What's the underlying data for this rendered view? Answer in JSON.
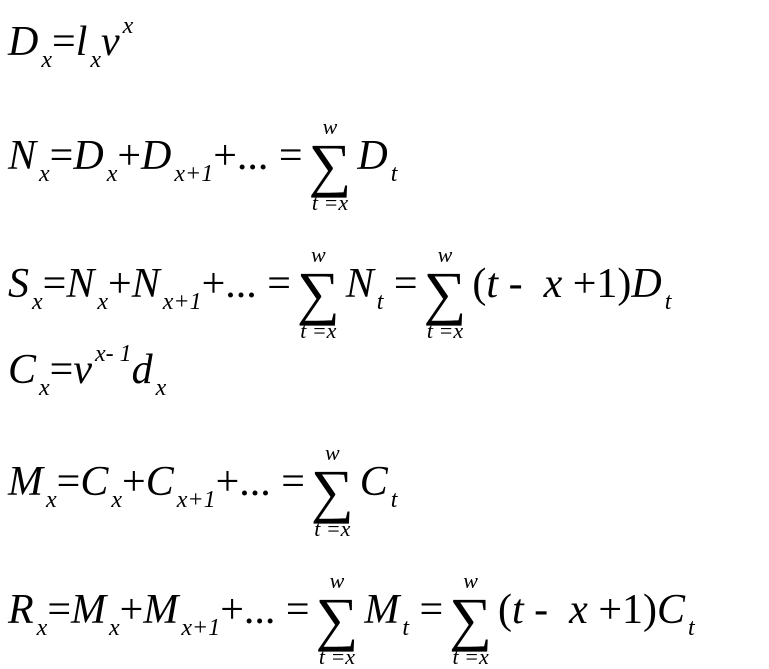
{
  "formulas": [
    {
      "id": "D",
      "parts": [
        {
          "t": "v",
          "s": "D"
        },
        {
          "t": "sub",
          "s": "x"
        },
        {
          "t": "op",
          "s": "="
        },
        {
          "t": "v",
          "s": "l"
        },
        {
          "t": "sub",
          "s": "x"
        },
        {
          "t": "v",
          "s": "v"
        },
        {
          "t": "sup",
          "s": "x"
        }
      ]
    },
    {
      "id": "N",
      "parts": [
        {
          "t": "v",
          "s": "N"
        },
        {
          "t": "sub",
          "s": "x"
        },
        {
          "t": "op",
          "s": "="
        },
        {
          "t": "v",
          "s": "D"
        },
        {
          "t": "sub",
          "s": "x"
        },
        {
          "t": "op",
          "s": "+"
        },
        {
          "t": "v",
          "s": "D"
        },
        {
          "t": "sub",
          "s": "x+1"
        },
        {
          "t": "op",
          "s": "+... ="
        },
        {
          "t": "sum",
          "over": "w",
          "under": "t =x"
        },
        {
          "t": "v",
          "s": "D"
        },
        {
          "t": "sub",
          "s": "t"
        }
      ]
    },
    {
      "id": "S",
      "parts": [
        {
          "t": "v",
          "s": "S"
        },
        {
          "t": "sub",
          "s": "x"
        },
        {
          "t": "op",
          "s": "="
        },
        {
          "t": "v",
          "s": "N"
        },
        {
          "t": "sub",
          "s": "x"
        },
        {
          "t": "op",
          "s": "+"
        },
        {
          "t": "v",
          "s": "N"
        },
        {
          "t": "sub",
          "s": "x+1"
        },
        {
          "t": "op",
          "s": "+... ="
        },
        {
          "t": "sum",
          "over": "w",
          "under": "t =x"
        },
        {
          "t": "v",
          "s": "N"
        },
        {
          "t": "sub",
          "s": "t"
        },
        {
          "t": "op",
          "s": " ="
        },
        {
          "t": "sum",
          "over": "w",
          "under": "t =x"
        },
        {
          "t": "op",
          "s": "("
        },
        {
          "t": "v",
          "s": "t"
        },
        {
          "t": "op",
          "s": " -  "
        },
        {
          "t": "v",
          "s": "x"
        },
        {
          "t": "op",
          "s": " +1)"
        },
        {
          "t": "v",
          "s": "D"
        },
        {
          "t": "sub",
          "s": "t"
        }
      ]
    },
    {
      "id": "C",
      "parts": [
        {
          "t": "v",
          "s": "C"
        },
        {
          "t": "sub",
          "s": "x"
        },
        {
          "t": "op",
          "s": "="
        },
        {
          "t": "v",
          "s": "v"
        },
        {
          "t": "sup",
          "s": "x- 1"
        },
        {
          "t": "v",
          "s": "d"
        },
        {
          "t": "sub",
          "s": "x"
        }
      ]
    },
    {
      "id": "M",
      "parts": [
        {
          "t": "v",
          "s": "M"
        },
        {
          "t": "sub",
          "s": "x"
        },
        {
          "t": "op",
          "s": "="
        },
        {
          "t": "v",
          "s": "C"
        },
        {
          "t": "sub",
          "s": "x"
        },
        {
          "t": "op",
          "s": "+"
        },
        {
          "t": "v",
          "s": "C"
        },
        {
          "t": "sub",
          "s": "x+1"
        },
        {
          "t": "op",
          "s": "+... ="
        },
        {
          "t": "sum",
          "over": "w",
          "under": "t =x"
        },
        {
          "t": "v",
          "s": "C"
        },
        {
          "t": "sub",
          "s": "t"
        }
      ]
    },
    {
      "id": "R",
      "parts": [
        {
          "t": "v",
          "s": "R"
        },
        {
          "t": "sub",
          "s": "x"
        },
        {
          "t": "op",
          "s": "="
        },
        {
          "t": "v",
          "s": "M"
        },
        {
          "t": "sub",
          "s": "x"
        },
        {
          "t": "op",
          "s": "+"
        },
        {
          "t": "v",
          "s": "M"
        },
        {
          "t": "sub",
          "s": "x+1"
        },
        {
          "t": "op",
          "s": "+... ="
        },
        {
          "t": "sum",
          "over": "w",
          "under": "t =x"
        },
        {
          "t": "v",
          "s": "M"
        },
        {
          "t": "sub",
          "s": "t"
        },
        {
          "t": "op",
          "s": " ="
        },
        {
          "t": "sum",
          "over": "w",
          "under": "t =x"
        },
        {
          "t": "op",
          "s": "("
        },
        {
          "t": "v",
          "s": "t"
        },
        {
          "t": "op",
          "s": " -  "
        },
        {
          "t": "v",
          "s": "x"
        },
        {
          "t": "op",
          "s": " +1)"
        },
        {
          "t": "v",
          "s": "C"
        },
        {
          "t": "sub",
          "s": "t"
        }
      ]
    }
  ]
}
